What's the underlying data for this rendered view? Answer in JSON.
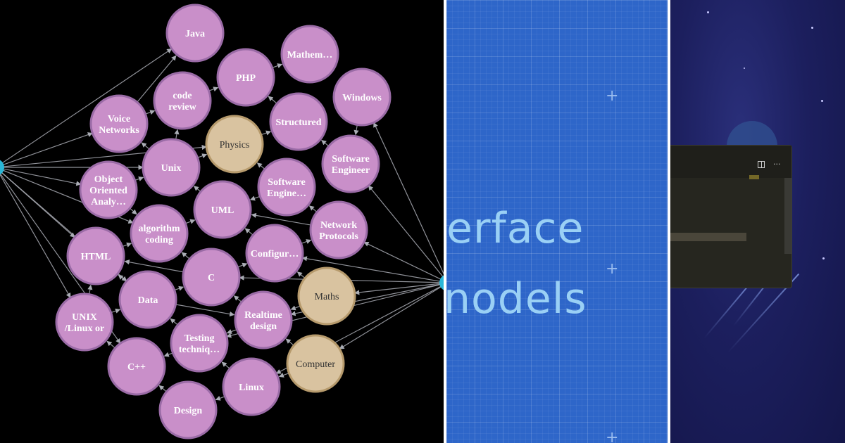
{
  "graph": {
    "nodes": [
      {
        "id": "java",
        "label": "Java",
        "kind": "topic"
      },
      {
        "id": "mathematics",
        "label": "Mathem…",
        "kind": "topic"
      },
      {
        "id": "php",
        "label": "PHP",
        "kind": "topic"
      },
      {
        "id": "windows",
        "label": "Windows",
        "kind": "topic"
      },
      {
        "id": "code-review",
        "label": "code review",
        "kind": "topic"
      },
      {
        "id": "voice-networks",
        "label": "Voice Networks",
        "kind": "topic"
      },
      {
        "id": "structured",
        "label": "Structured",
        "kind": "topic"
      },
      {
        "id": "physics",
        "label": "Physics",
        "kind": "category"
      },
      {
        "id": "software-engineer",
        "label": "Software Engineer",
        "kind": "topic"
      },
      {
        "id": "unix",
        "label": "Unix",
        "kind": "topic"
      },
      {
        "id": "software-engine-2",
        "label": "Software Engine…",
        "kind": "topic"
      },
      {
        "id": "ooa",
        "label": "Object Oriented Analy…",
        "kind": "topic"
      },
      {
        "id": "uml",
        "label": "UML",
        "kind": "topic"
      },
      {
        "id": "network-protocols",
        "label": "Network Protocols",
        "kind": "topic"
      },
      {
        "id": "algorithm-coding",
        "label": "algorithm coding",
        "kind": "topic"
      },
      {
        "id": "configur",
        "label": "Configur…",
        "kind": "topic"
      },
      {
        "id": "html",
        "label": "HTML",
        "kind": "topic"
      },
      {
        "id": "c",
        "label": "C",
        "kind": "topic"
      },
      {
        "id": "maths",
        "label": "Maths",
        "kind": "category"
      },
      {
        "id": "data",
        "label": "Data",
        "kind": "topic"
      },
      {
        "id": "realtime-design",
        "label": "Realtime design",
        "kind": "topic"
      },
      {
        "id": "unix-linux",
        "label": "UNIX /Linux or",
        "kind": "topic"
      },
      {
        "id": "testing",
        "label": "Testing techniq…",
        "kind": "topic"
      },
      {
        "id": "computer",
        "label": "Computer",
        "kind": "category"
      },
      {
        "id": "cpp",
        "label": "C++",
        "kind": "topic"
      },
      {
        "id": "linux",
        "label": "Linux",
        "kind": "topic"
      },
      {
        "id": "design",
        "label": "Design",
        "kind": "topic"
      }
    ],
    "edges": [
      [
        "voice-networks",
        "java"
      ],
      [
        "code-review",
        "php"
      ],
      [
        "php",
        "mathematics"
      ],
      [
        "structured",
        "php"
      ],
      [
        "voice-networks",
        "code-review"
      ],
      [
        "unix",
        "voice-networks"
      ],
      [
        "physics",
        "structured"
      ],
      [
        "unix",
        "physics"
      ],
      [
        "software-engineer",
        "structured"
      ],
      [
        "software-engine-2",
        "physics"
      ],
      [
        "ooa",
        "unix"
      ],
      [
        "uml",
        "unix"
      ],
      [
        "network-protocols",
        "software-engine-2"
      ],
      [
        "network-protocols",
        "uml"
      ],
      [
        "algorithm-coding",
        "uml"
      ],
      [
        "configur",
        "uml"
      ],
      [
        "configur",
        "network-protocols"
      ],
      [
        "html",
        "algorithm-coding"
      ],
      [
        "c",
        "algorithm-coding"
      ],
      [
        "maths",
        "configur"
      ],
      [
        "c",
        "html"
      ],
      [
        "data",
        "c"
      ],
      [
        "realtime-design",
        "c"
      ],
      [
        "maths",
        "realtime-design"
      ],
      [
        "data",
        "html"
      ],
      [
        "unix-linux",
        "data"
      ],
      [
        "testing",
        "data"
      ],
      [
        "realtime-design",
        "testing"
      ],
      [
        "computer",
        "realtime-design"
      ],
      [
        "cpp",
        "unix-linux"
      ],
      [
        "testing",
        "cpp"
      ],
      [
        "linux",
        "testing"
      ],
      [
        "computer",
        "linux"
      ],
      [
        "design",
        "cpp"
      ],
      [
        "linux",
        "design"
      ],
      [
        "windows",
        "software-engineer"
      ],
      [
        "c",
        "configur"
      ],
      [
        "ooa",
        "algorithm-coding"
      ],
      [
        "unix",
        "code-review"
      ],
      [
        "unix-linux",
        "html"
      ],
      [
        "data",
        "realtime-design"
      ],
      [
        "software-engine-2",
        "uml"
      ]
    ],
    "colors": {
      "background": "#000000",
      "topic_fill": "#c98fc9",
      "topic_stroke": "#9a6ba6",
      "category_fill": "#d9c3a0",
      "category_stroke": "#b69a6c",
      "edge": "#a9acb4",
      "hub": "#2ab7d8"
    }
  },
  "blueprint": {
    "line1": "erface",
    "line2": "nodels",
    "background": "#2e66c9",
    "text_color": "#9ad0f5"
  },
  "space": {
    "background": "#1c1f5e",
    "editor": {
      "background": "#26261f",
      "icons": [
        "split-editor-icon",
        "more-actions-icon"
      ]
    }
  }
}
